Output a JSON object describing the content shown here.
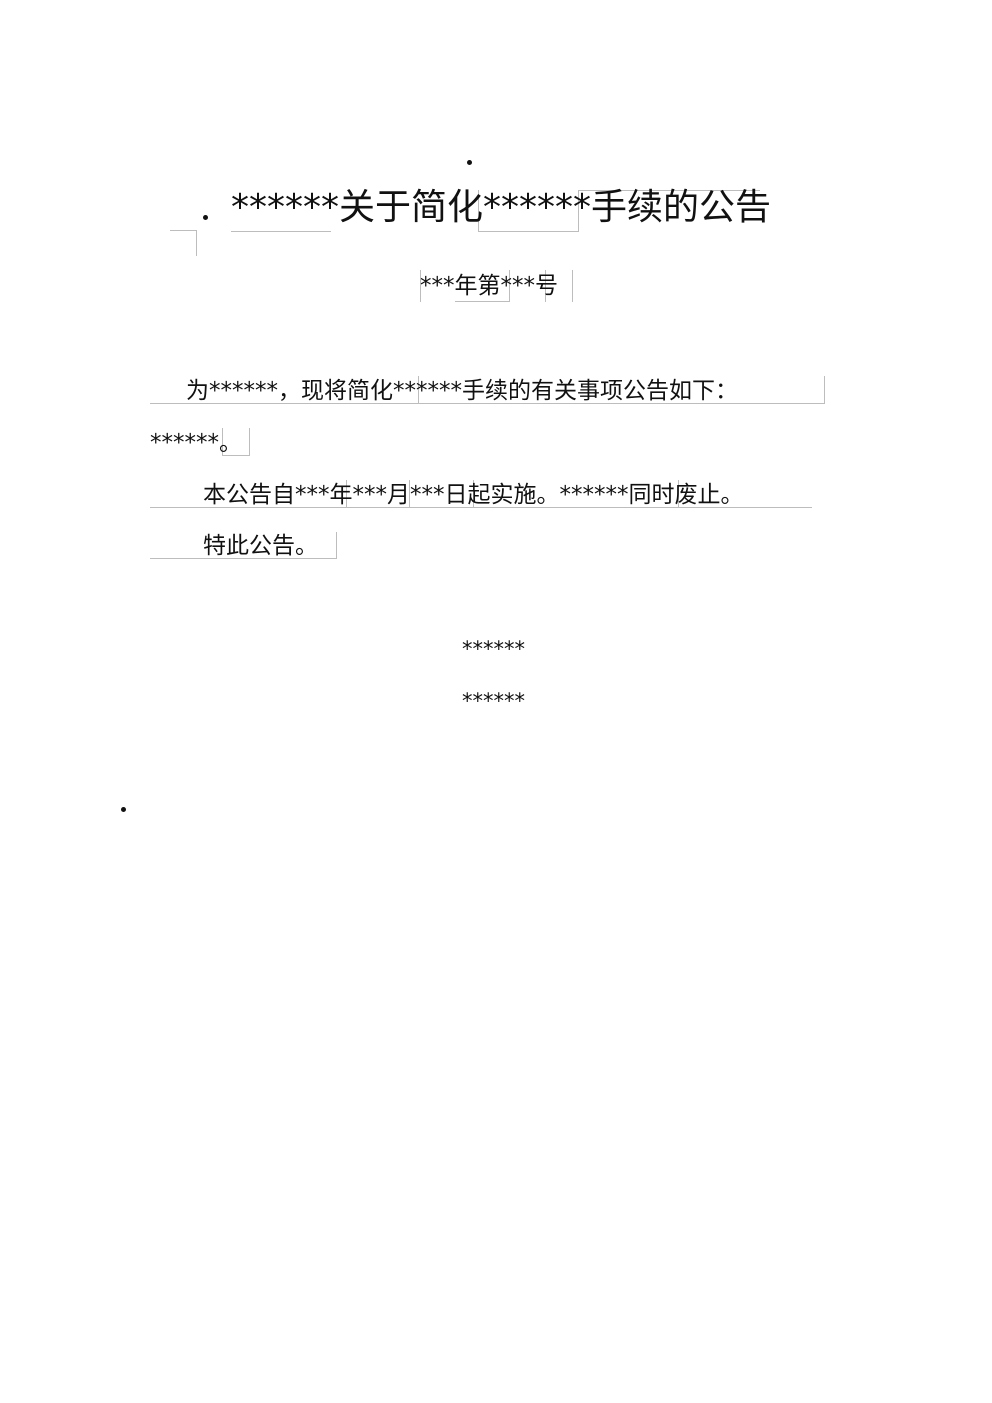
{
  "notice": {
    "title": "******关于简化******手续的公告",
    "doc_number": "***年第***号",
    "body": {
      "intro_line1": "为******，现将简化******手续的有关事项公告如下：",
      "intro_line2": "******。",
      "effective": "本公告自***年***月***日起实施。******同时废止。",
      "closing": "特此公告。"
    },
    "signature": {
      "issuer": "******",
      "date": "******"
    }
  }
}
